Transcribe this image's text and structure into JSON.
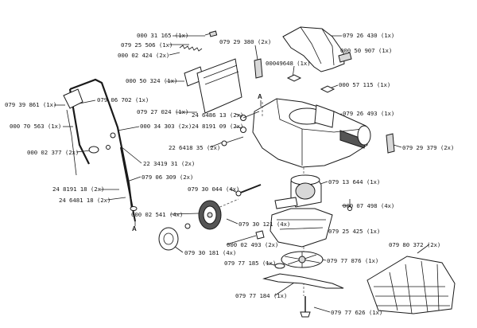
{
  "callouts": [
    {
      "id": "c01",
      "text": "000 31 165  (1x)"
    },
    {
      "id": "c02",
      "text": "079 25 506 (1x)"
    },
    {
      "id": "c03",
      "text": "000 02 424 (2x)"
    },
    {
      "id": "c04",
      "text": "079 29 380  (2x)"
    },
    {
      "id": "c05",
      "text": "079 26 430  (1x)"
    },
    {
      "id": "c06",
      "text": "000 50 907  (1x)"
    },
    {
      "id": "c07",
      "text": "00049648 (1x)"
    },
    {
      "id": "c08",
      "text": "000 50 324  (1x)"
    },
    {
      "id": "c09",
      "text": "000 57 115  (1x)"
    },
    {
      "id": "c10",
      "text": "079 39 861 (1x)"
    },
    {
      "id": "c11",
      "text": "079 06 702 (1x)"
    },
    {
      "id": "c12",
      "text": "079 27 024  (1x)"
    },
    {
      "id": "c13",
      "text": "24 6486 13  (2x)"
    },
    {
      "id": "c14",
      "text": "079 26 493 (1x)"
    },
    {
      "id": "c15",
      "text": "000 70 563 (1x)"
    },
    {
      "id": "c16",
      "text": "000 34 303 (2x)"
    },
    {
      "id": "c17",
      "text": "24 8191 09  (2x)"
    },
    {
      "id": "c18",
      "text": "22 6418 35  (2x)"
    },
    {
      "id": "c19",
      "text": "079 29 379  (2x)"
    },
    {
      "id": "c20",
      "text": "000 02 377 (2x)"
    },
    {
      "id": "c21",
      "text": "22  3419 31  (2x)"
    },
    {
      "id": "c22",
      "text": "079 06 309  (2x)"
    },
    {
      "id": "c23",
      "text": "24 8191 18  (2x)"
    },
    {
      "id": "c24",
      "text": "24 6481 18  (2x)"
    },
    {
      "id": "c25",
      "text": "079 30 044  (4x)"
    },
    {
      "id": "c26",
      "text": "079 13 644  (1x)"
    },
    {
      "id": "c27",
      "text": "000 07 498  (4x)"
    },
    {
      "id": "c28",
      "text": "000 02 541 (4x)"
    },
    {
      "id": "c29",
      "text": "079 30 121  (4x)"
    },
    {
      "id": "c30",
      "text": "079 25 425  (1x)"
    },
    {
      "id": "c31",
      "text": "000 02 493  (2x)"
    },
    {
      "id": "c32",
      "text": "079 80 372  (2x)"
    },
    {
      "id": "c33",
      "text": "079 30 181  (4x)"
    },
    {
      "id": "c34",
      "text": "079 77 185  (1x)"
    },
    {
      "id": "c35",
      "text": "079 77 876  (1x)"
    },
    {
      "id": "c36",
      "text": "079 77 184  (1x)"
    },
    {
      "id": "c37",
      "text": "079 77 626  (1x)"
    }
  ],
  "markers": [
    {
      "id": "m1",
      "text": "A"
    },
    {
      "id": "m2",
      "text": "A"
    }
  ]
}
